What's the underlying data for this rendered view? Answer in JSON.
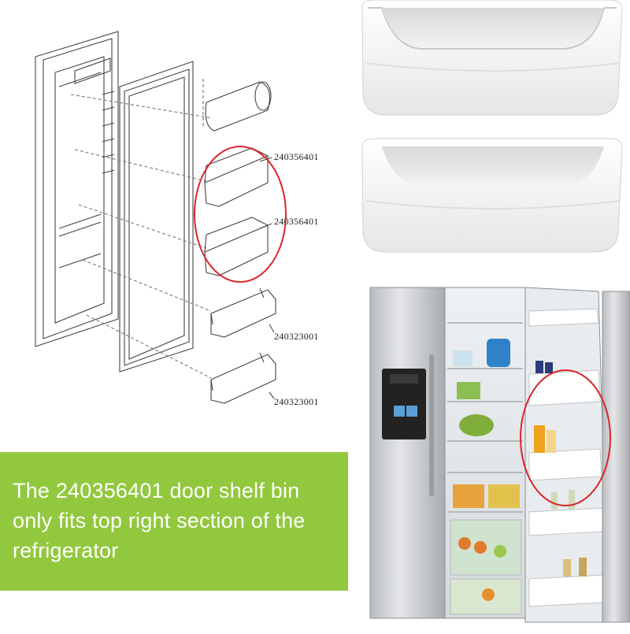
{
  "diagram": {
    "part_labels": [
      "240356401",
      "240356401",
      "240323001",
      "240323001"
    ]
  },
  "banner": {
    "text": "The 240356401 door shelf bin only fits top right section of the refrigerator",
    "background": "#92c83e",
    "text_color": "#ffffff"
  },
  "highlight_color": "#d9262b"
}
